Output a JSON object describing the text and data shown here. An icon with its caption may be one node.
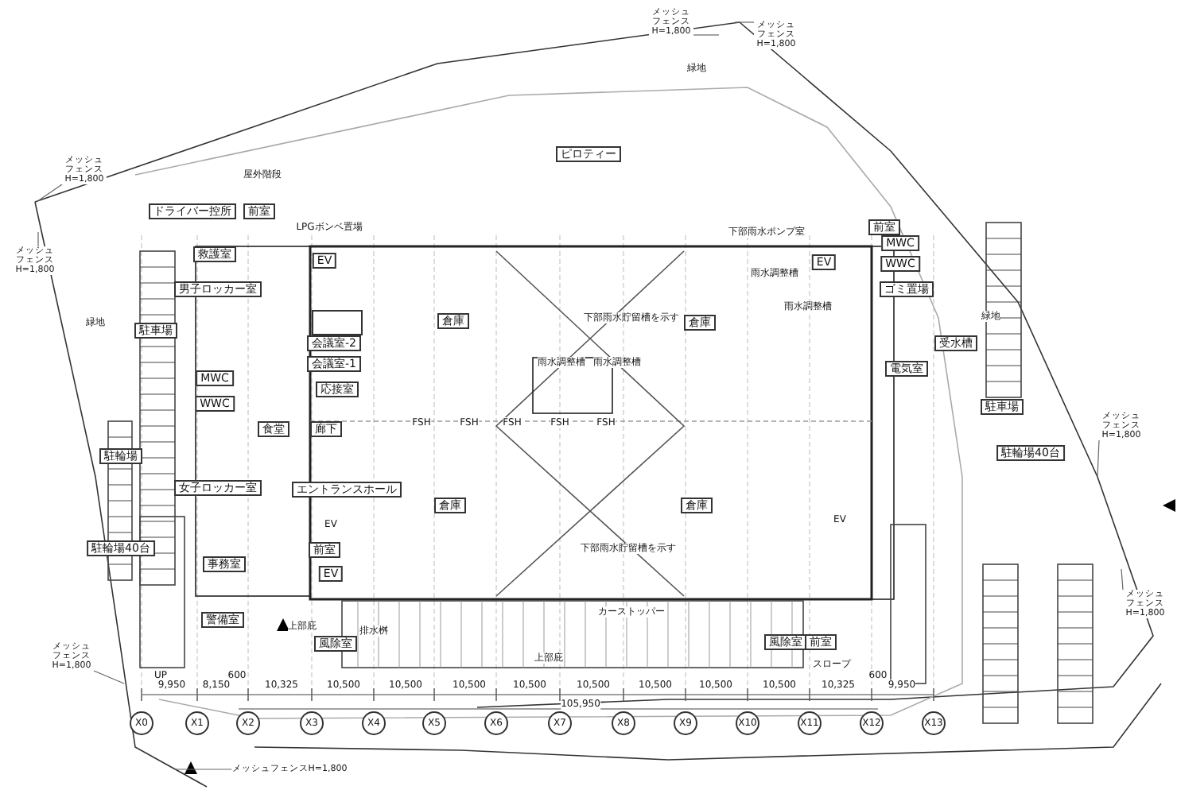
{
  "diagram": {
    "nodes": [
      {
        "text": [
          "ピロティー"
        ]
      },
      {
        "text": [
          "ドライバー控所"
        ]
      },
      {
        "text": [
          "前室"
        ]
      },
      {
        "text": [
          "救護室"
        ]
      },
      {
        "text": [
          "男子ロッカー室"
        ]
      },
      {
        "text": [],
        "shape": "box"
      },
      {
        "text": [
          "会議室-2"
        ]
      },
      {
        "text": [
          "会議室-1"
        ]
      },
      {
        "text": [
          "応接室"
        ]
      },
      {
        "text": [
          "MWC"
        ]
      },
      {
        "text": [
          "WWC"
        ]
      },
      {
        "text": [
          "食堂"
        ]
      },
      {
        "text": [
          "廊下"
        ]
      },
      {
        "text": [
          "女子ロッカー室"
        ]
      },
      {
        "text": [
          "エントランスホール"
        ]
      },
      {
        "text": [
          "前室"
        ]
      },
      {
        "text": [
          "EV"
        ]
      },
      {
        "text": [
          "事務室"
        ]
      },
      {
        "text": [
          "警備室"
        ]
      },
      {
        "text": [
          "風除室"
        ]
      },
      {
        "text": [
          "EV"
        ]
      },
      {
        "text": [
          "倉庫"
        ]
      },
      {
        "text": [
          "倉庫"
        ]
      },
      {
        "text": [
          "倉庫"
        ]
      },
      {
        "text": [
          "倉庫"
        ]
      },
      {
        "text": [
          "前室"
        ]
      },
      {
        "text": [
          "MWC"
        ]
      },
      {
        "text": [
          "WWC"
        ]
      },
      {
        "text": [
          "ゴミ置場"
        ]
      },
      {
        "text": [
          "受水槽"
        ]
      },
      {
        "text": [
          "電気室"
        ]
      },
      {
        "text": [
          "EV"
        ]
      },
      {
        "text": [
          "風除室"
        ]
      },
      {
        "text": [
          "前室"
        ]
      },
      {
        "text": [
          "駐車場"
        ]
      },
      {
        "text": [
          "駐輪場"
        ]
      },
      {
        "text": [
          "駐輪場40台"
        ]
      },
      {
        "text": [
          "駐車場"
        ]
      },
      {
        "text": [
          "駐輪場40台"
        ]
      },
      {
        "text": [
          "メッシュフェンスH=1,800"
        ]
      },
      {
        "text": [
          "メッシュフェンスH=1,800"
        ]
      },
      {
        "text": [
          "メッシュフェンスH=1,800"
        ]
      },
      {
        "text": [
          "メッシュフェンスH=1,800"
        ]
      },
      {
        "text": [
          "メッシュフェンスH=1,800"
        ]
      },
      {
        "text": [
          "メッシュフェンスH=1,800"
        ]
      },
      {
        "text": [
          "メッシュフェンスH=1,800"
        ]
      },
      {
        "text": [
          "メッシュフェンスH=1,800"
        ]
      },
      {
        "text": [
          "X0"
        ]
      },
      {
        "text": [
          "X1"
        ]
      },
      {
        "text": [
          "X2"
        ]
      },
      {
        "text": [
          "X3"
        ]
      },
      {
        "text": [
          "X4"
        ]
      },
      {
        "text": [
          "X5"
        ]
      },
      {
        "text": [
          "X6"
        ]
      },
      {
        "text": [
          "X7"
        ]
      },
      {
        "text": [
          "X8"
        ]
      },
      {
        "text": [
          "X9"
        ]
      },
      {
        "text": [
          "X10"
        ]
      },
      {
        "text": [
          "X11"
        ]
      },
      {
        "text": [
          "X12"
        ]
      },
      {
        "text": [
          "X13"
        ]
      }
    ],
    "edges": [
      {
        "from": 39,
        "to": null,
        "arrow": "none"
      },
      {
        "from": 40,
        "to": null,
        "arrow": "none"
      },
      {
        "from": 41,
        "to": null,
        "arrow": "none"
      },
      {
        "from": 42,
        "to": null,
        "arrow": "none"
      },
      {
        "from": 43,
        "to": null,
        "arrow": "none"
      },
      {
        "from": 44,
        "to": null,
        "arrow": "none"
      },
      {
        "from": 45,
        "to": null,
        "arrow": "none"
      },
      {
        "from": 46,
        "to": null,
        "arrow": "none"
      }
    ],
    "labels": [
      "緑地",
      "屋外階段",
      "LPGボンベ置場",
      "下部雨水ポンプ室",
      "雨水調整槽",
      "雨水調整槽",
      "緑地",
      "下部雨水貯留槽を示す",
      "緑地",
      "雨水調整槽",
      "雨水調整槽",
      "FSH",
      "FSH",
      "FSH",
      "FSH",
      "FSH",
      "EV",
      "EV",
      "下部雨水貯留槽を示す",
      "カーストッパー",
      "上部庇",
      "排水桝",
      "上部庇",
      "スロープ",
      "UP",
      "9,950",
      "8,150",
      "10,325",
      "10,500",
      "10,500",
      "10,500",
      "10,500",
      "10,500",
      "10,500",
      "10,500",
      "10,500",
      "10,325",
      "9,950",
      "600",
      "600",
      "105,950"
    ]
  }
}
